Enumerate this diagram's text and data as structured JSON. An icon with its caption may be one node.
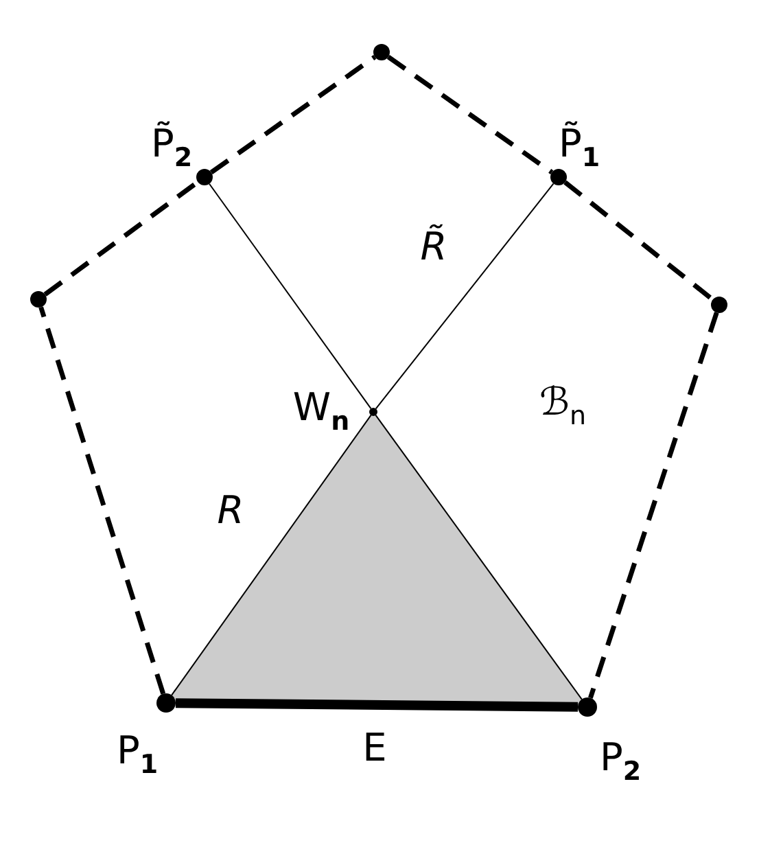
{
  "diagram": {
    "nodes": [
      {
        "text": [],
        "shape": "circle"
      },
      {
        "text": [],
        "shape": "circle",
        "beside": [
          "P̃$_{2}$"
        ]
      },
      {
        "text": [],
        "shape": "circle",
        "beside": [
          "P̃$_{1}$"
        ]
      },
      {
        "text": [],
        "shape": "circle"
      },
      {
        "text": [],
        "shape": "circle"
      },
      {
        "text": [],
        "shape": "circle",
        "beside": [
          "W$_{n}$"
        ]
      },
      {
        "text": [],
        "shape": "circle",
        "beside": [
          "P$_{1}$"
        ]
      },
      {
        "text": [],
        "shape": "circle",
        "beside": [
          "P$_{2}$"
        ]
      }
    ],
    "edges": [
      {
        "from": 6,
        "to": 3,
        "arrow": "none",
        "style": "dashed"
      },
      {
        "from": 3,
        "to": 1,
        "arrow": "none",
        "style": "dashed"
      },
      {
        "from": 1,
        "to": 0,
        "arrow": "none",
        "style": "dashed"
      },
      {
        "from": 0,
        "to": 2,
        "arrow": "none",
        "style": "dashed"
      },
      {
        "from": 2,
        "to": 4,
        "arrow": "none",
        "style": "dashed"
      },
      {
        "from": 4,
        "to": 7,
        "arrow": "none",
        "style": "dashed"
      },
      {
        "from": 6,
        "to": 7,
        "arrow": "none",
        "style": "thick",
        "label": "E"
      },
      {
        "from": 6,
        "to": 5,
        "arrow": "none",
        "label": "R"
      },
      {
        "from": 5,
        "to": 7,
        "arrow": "none"
      },
      {
        "from": 5,
        "to": 1,
        "arrow": "none"
      },
      {
        "from": 5,
        "to": 2,
        "arrow": "none",
        "label": "R̃"
      }
    ],
    "labels": [
      "ℬ$_{n}$"
    ]
  }
}
